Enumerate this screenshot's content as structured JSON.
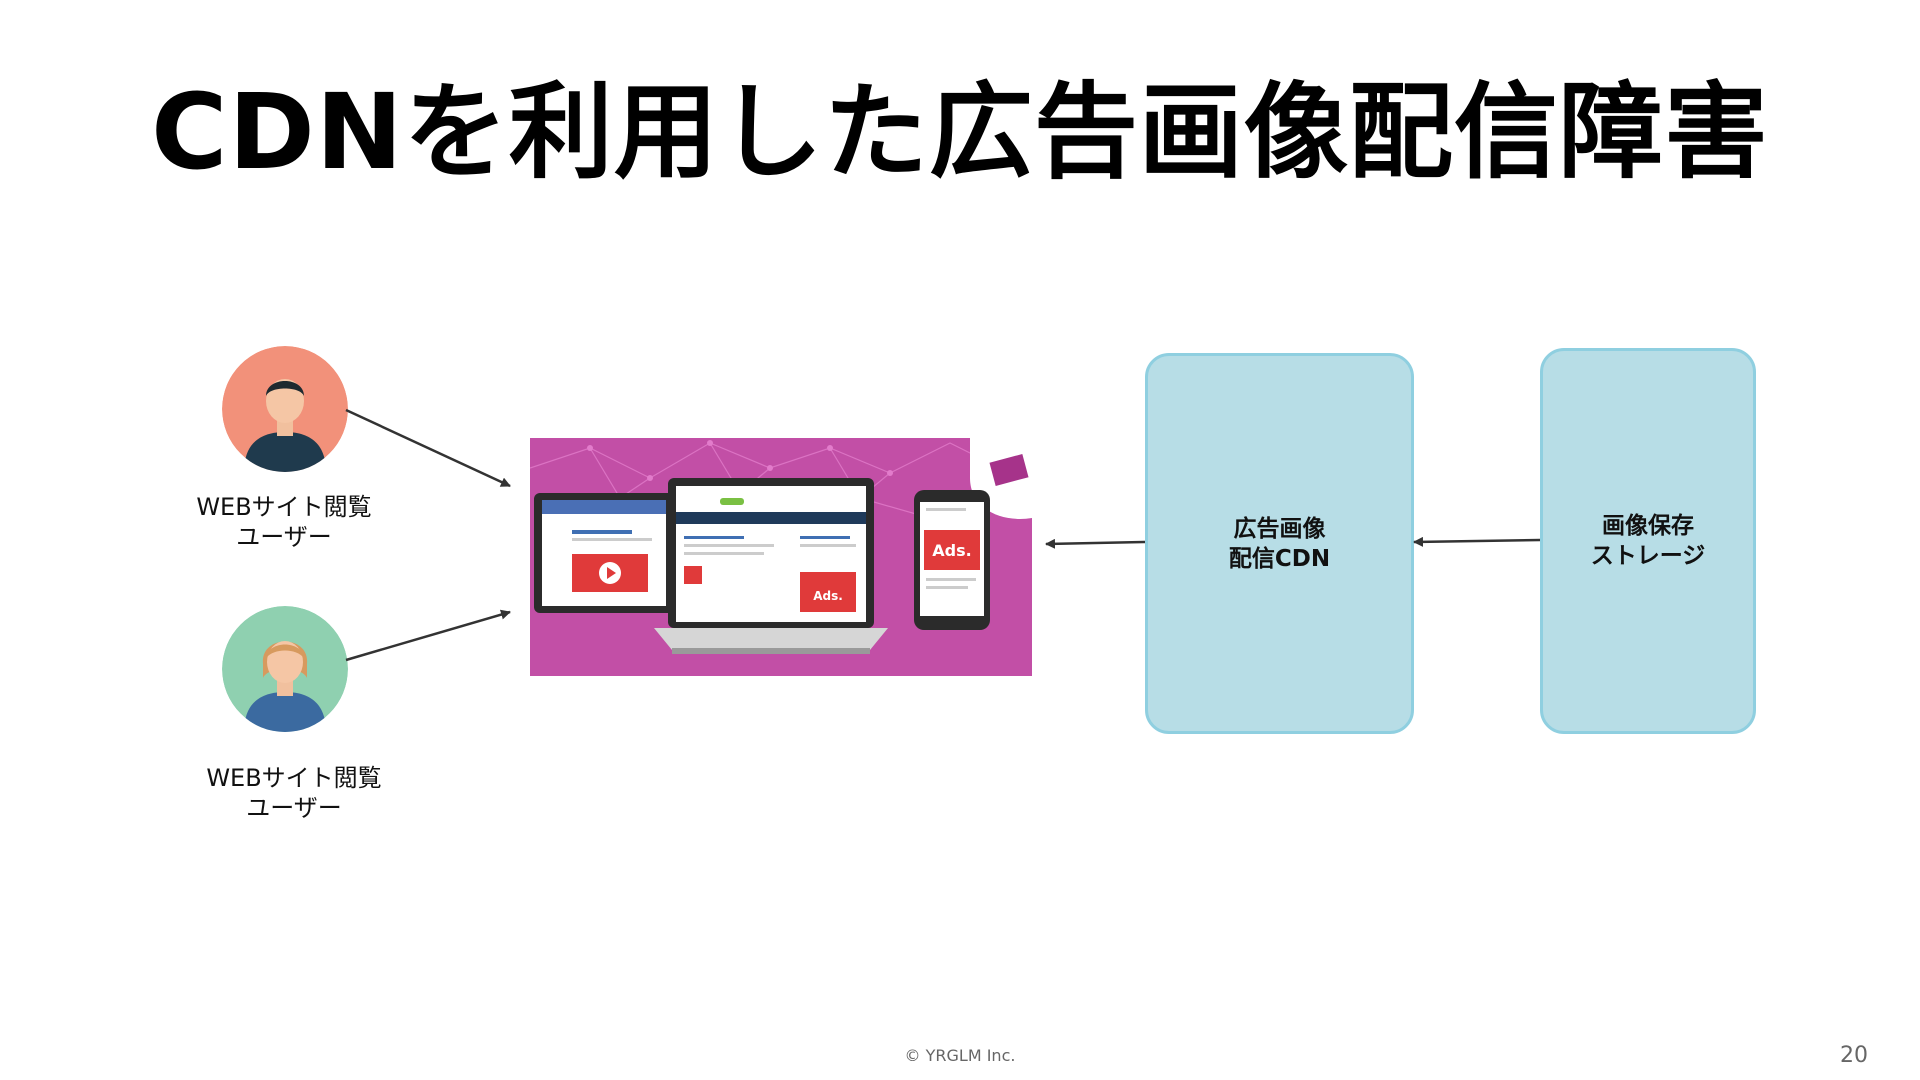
{
  "slide": {
    "title": "CDNを利用した広告画像配信障害",
    "users": [
      {
        "label_line1": "WEBサイト閲覧",
        "label_line2": "ユーザー"
      },
      {
        "label_line1": "WEBサイト閲覧",
        "label_line2": "ユーザー"
      }
    ],
    "device_image": {
      "ads_label_phone": "Ads.",
      "ads_label_laptop": "Ads."
    },
    "cdn_box": {
      "line1": "広告画像",
      "line2": "配信CDN"
    },
    "storage_box": {
      "line1": "画像保存",
      "line2": "ストレージ"
    },
    "footer": "© YRGLM Inc.",
    "page_number": "20"
  },
  "colors": {
    "box_fill": "#b7dde6",
    "box_border": "#8fcfe0",
    "avatar_male_bg": "#f2917a",
    "avatar_female_bg": "#8fd0b0",
    "device_image_bg": "#c24fa6",
    "ad_red": "#e03a3a",
    "arrow": "#333333"
  },
  "icons": [
    "male-user-avatar-icon",
    "female-user-avatar-icon",
    "multi-device-ads-illustration"
  ]
}
